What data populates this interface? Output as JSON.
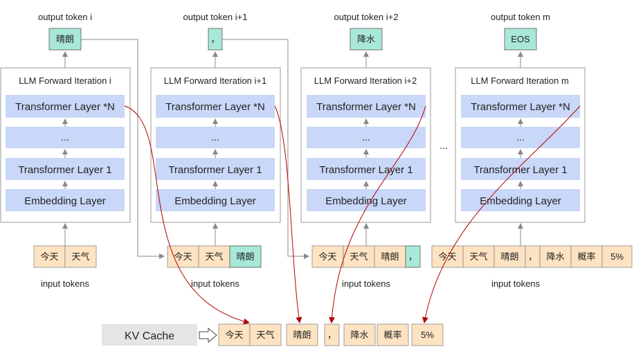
{
  "iterations": [
    {
      "output_label": "output token i",
      "output_token": "晴朗",
      "title": "LLM Forward Iteration i",
      "layers": [
        "Transformer Layer *N",
        "...",
        "Transformer Layer 1",
        "Embedding Layer"
      ],
      "input_tokens": [
        "今天",
        "天气"
      ],
      "input_label": "input tokens"
    },
    {
      "output_label": "output token i+1",
      "output_token": "，",
      "title": "LLM Forward Iteration i+1",
      "layers": [
        "Transformer Layer *N",
        "...",
        "Transformer Layer 1",
        "Embedding Layer"
      ],
      "input_tokens": [
        "今天",
        "天气",
        "晴朗"
      ],
      "input_label": "input tokens"
    },
    {
      "output_label": "output token i+2",
      "output_token": "降水",
      "title": "LLM Forward Iteration i+2",
      "layers": [
        "Transformer Layer *N",
        "...",
        "Transformer Layer 1",
        "Embedding Layer"
      ],
      "input_tokens": [
        "今天",
        "天气",
        "晴朗",
        "，"
      ],
      "input_label": "input tokens"
    },
    {
      "output_label": "output token m",
      "output_token": "EOS",
      "title": "LLM Forward Iteration m",
      "layers": [
        "Transformer Layer *N",
        "...",
        "Transformer Layer 1",
        "Embedding Layer"
      ],
      "input_tokens": [
        "今天",
        "天气",
        "晴朗",
        "，",
        "降水",
        "概率",
        "5%"
      ],
      "input_label": "input tokens"
    }
  ],
  "ellipsis": "...",
  "kv_cache": {
    "label": "KV Cache",
    "tokens": [
      "今天",
      "天气",
      "晴朗",
      "，",
      "降水",
      "概率",
      "5%"
    ]
  },
  "colors": {
    "input_token": "#fde3c2",
    "output_token": "#a8e8d8",
    "layer": "#c9d7f8",
    "kv_label_bg": "#e5e5e5",
    "cache_link": "#b00000"
  }
}
